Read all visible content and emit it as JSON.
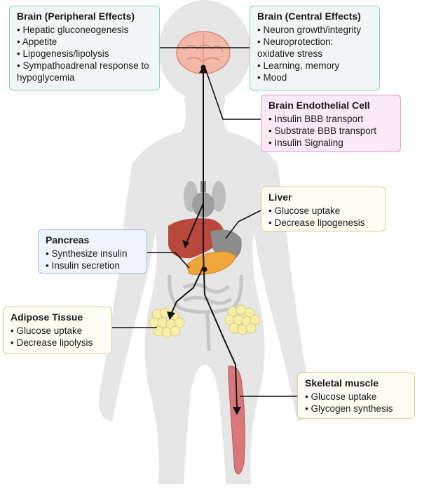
{
  "boxes": {
    "brain_peripheral": {
      "title": "Brain (Peripheral Effects)",
      "items": [
        "• Hepatic gluconeogenesis",
        "• Appetite",
        "• Lipogenesis/lipolysis",
        "• Sympathoadrenal response to hypoglycemia"
      ]
    },
    "brain_central": {
      "title": "Brain (Central Effects)",
      "items": [
        "• Neuron growth/integrity",
        "• Neuroprotection: oxidative stress",
        "• Learning, memory",
        "• Mood"
      ]
    },
    "brain_endothelial": {
      "title": "Brain Endothelial Cell",
      "items": [
        "• Insulin BBB transport",
        "• Substrate BBB transport",
        "• Insulin Signaling"
      ]
    },
    "liver": {
      "title": "Liver",
      "items": [
        "• Glucose uptake",
        "• Decrease lipogenesis"
      ]
    },
    "pancreas": {
      "title": "Pancreas",
      "items": [
        "• Synthesize insulin",
        "• Insulin secretion"
      ]
    },
    "adipose": {
      "title": "Adipose Tissue",
      "items": [
        "• Glucose uptake",
        "• Decrease lipolysis"
      ]
    },
    "muscle": {
      "title": "Skeletal muscle",
      "items": [
        "• Glucose uptake",
        "• Glycogen synthesis"
      ]
    }
  },
  "colors": {
    "teal_box": "#eef7f5",
    "pink_box": "#fbeaf5",
    "cream_box": "#fefdf3",
    "blue_box": "#eef4fb",
    "body_silhouette": "#e6e6e6",
    "brain": "#f3b8a8",
    "liver": "#b8473c",
    "pancreas": "#f0a63a",
    "stomach": "#8c8c8c",
    "adipose": "#f7eeaa",
    "muscle": "#d9777a",
    "arrow": "#111111"
  }
}
